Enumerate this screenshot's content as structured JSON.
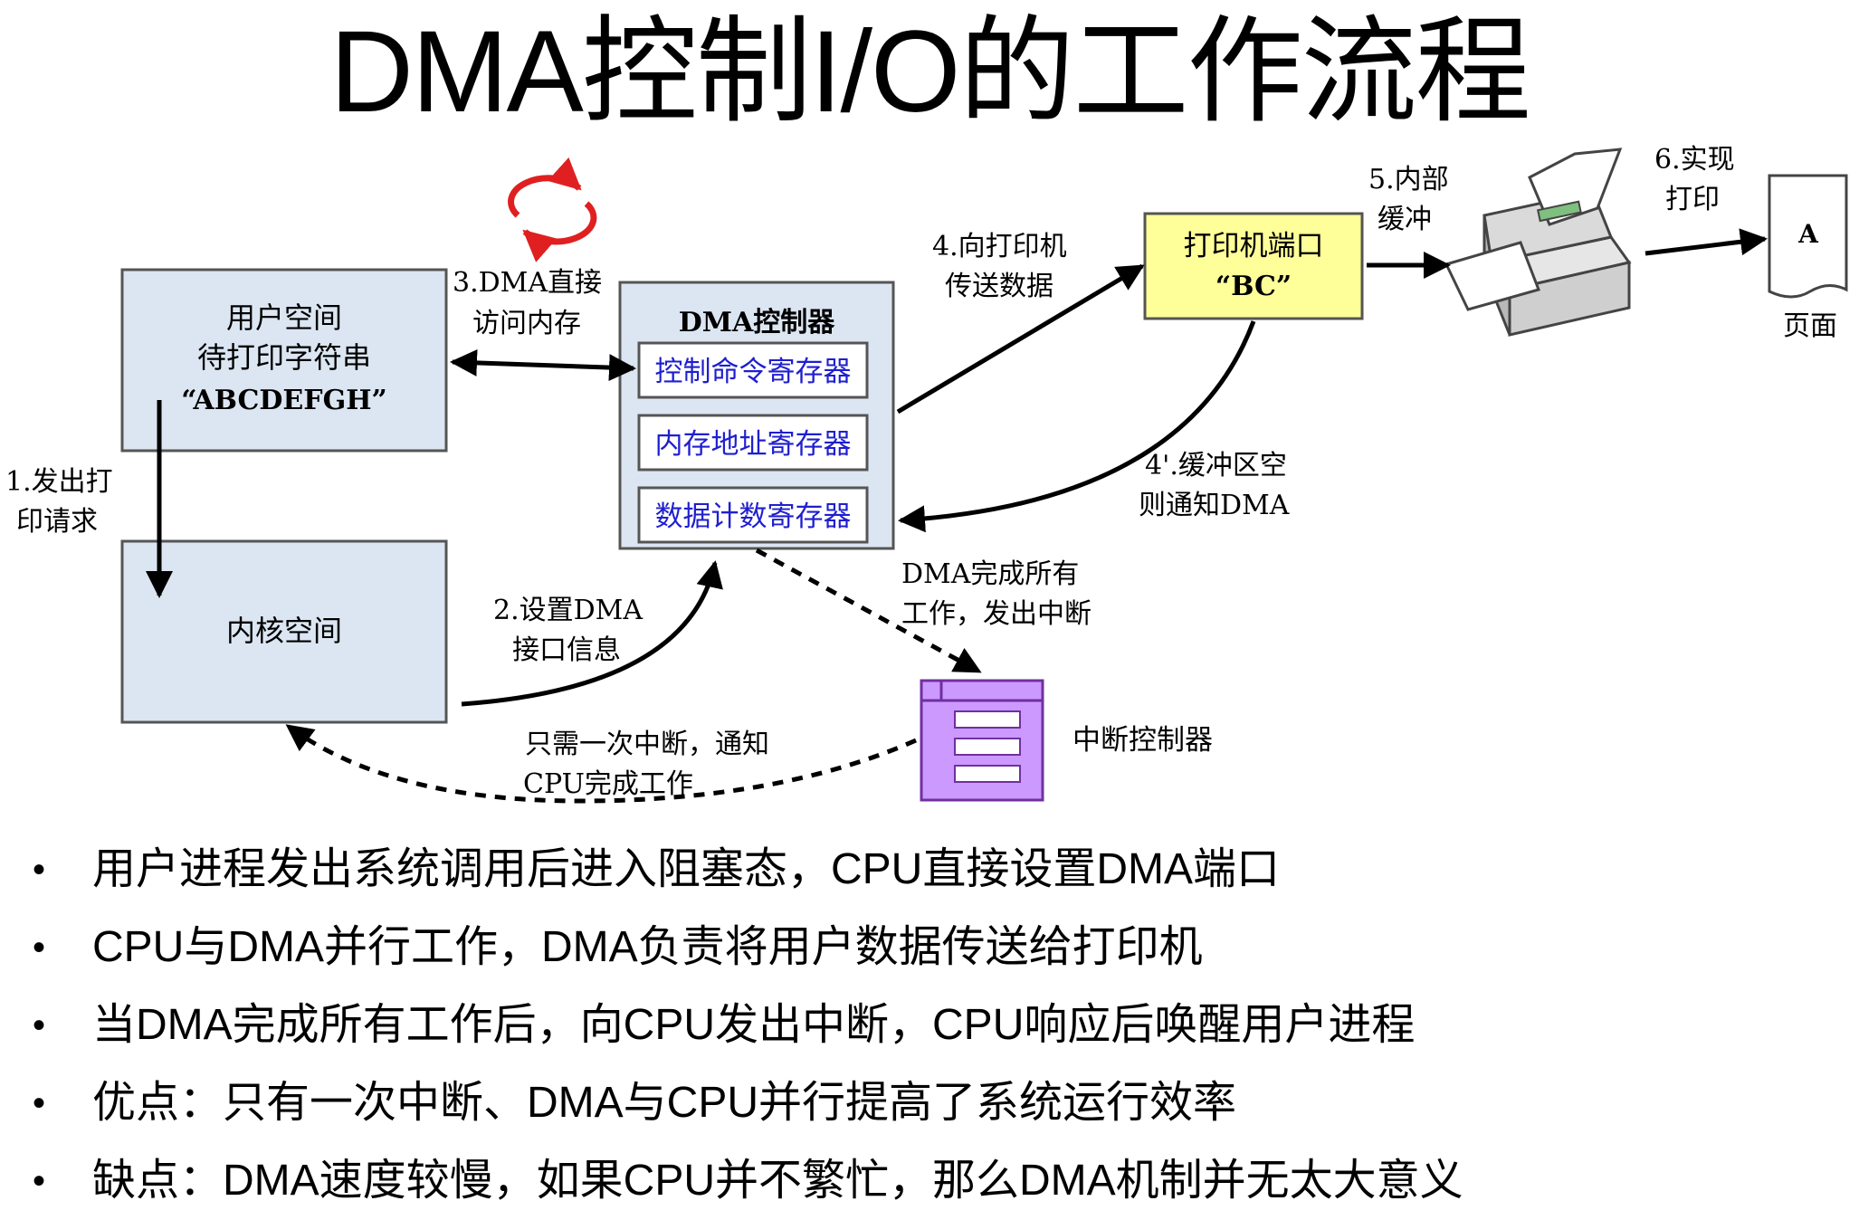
{
  "title": "DMA控制I/O的工作流程",
  "diagram": {
    "user_space": {
      "line1": "用户空间",
      "line2": "待打印字符串",
      "line3": "“ABCDEFGH”"
    },
    "kernel_space": "内核空间",
    "dma_controller": {
      "title": "DMA控制器",
      "registers": [
        "控制命令寄存器",
        "内存地址寄存器",
        "数据计数寄存器"
      ]
    },
    "printer_port": {
      "line1": "打印机端口",
      "line2": "“BC”"
    },
    "interrupt_controller": "中断控制器",
    "page_label": "页面",
    "page_letter": "A",
    "steps": {
      "s1": [
        "1.发出打",
        "印请求"
      ],
      "s2": [
        "2.设置DMA",
        "接口信息"
      ],
      "s3": [
        "3.DMA直接",
        "访问内存"
      ],
      "s4": [
        "4.向打印机",
        "传送数据"
      ],
      "s4b": [
        "4'.缓冲区空",
        "则通知DMA"
      ],
      "s5": [
        "5.内部",
        "缓冲"
      ],
      "s6": [
        "6.实现",
        "打印"
      ],
      "dma_done": [
        "DMA完成所有",
        "工作，发出中断"
      ],
      "notify_cpu": [
        "只需一次中断，通知",
        "CPU完成工作"
      ]
    },
    "colors": {
      "box_fill": "#dce6f2",
      "box_stroke": "#555555",
      "register_text": "#1f1fd0",
      "port_fill": "#ffff99",
      "interrupt_fill": "#cc99ff",
      "interrupt_stroke": "#7030a0",
      "cycle_icon": "#e02020"
    },
    "icons": [
      "cycle-arrows-icon",
      "printer-icon",
      "page-icon"
    ]
  },
  "bullets": [
    "用户进程发出系统调用后进入阻塞态，CPU直接设置DMA端口",
    "CPU与DMA并行工作，DMA负责将用户数据传送给打印机",
    "当DMA完成所有工作后，向CPU发出中断，CPU响应后唤醒用户进程",
    "优点：只有一次中断、DMA与CPU并行提高了系统运行效率",
    "缺点：DMA速度较慢，如果CPU并不繁忙，那么DMA机制并无太大意义"
  ]
}
